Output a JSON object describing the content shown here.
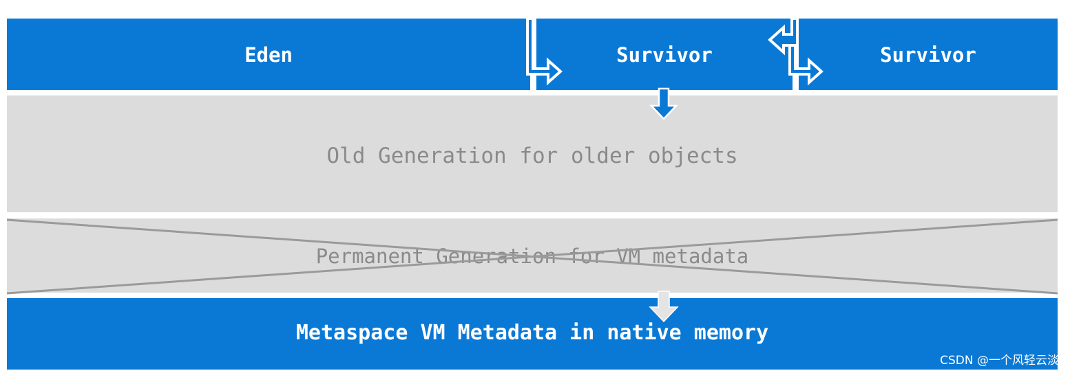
{
  "diagram": {
    "young_gen": {
      "eden_label": "Eden",
      "survivor1_label": "Survivor",
      "survivor2_label": "Survivor"
    },
    "old_gen_label": "Old Generation for older objects",
    "perm_gen_label": "Permanent Generation for VM metadata",
    "metaspace_label": "Metaspace VM Metadata in native memory"
  },
  "watermark": "CSDN @一个风轻云淡",
  "colors": {
    "young_blue": "#0a79d6",
    "old_gray": "#dcdcdc",
    "label_gray": "#8a8a8a",
    "arrow_white": "#ffffff",
    "cross_gray": "#9a9a9a"
  }
}
